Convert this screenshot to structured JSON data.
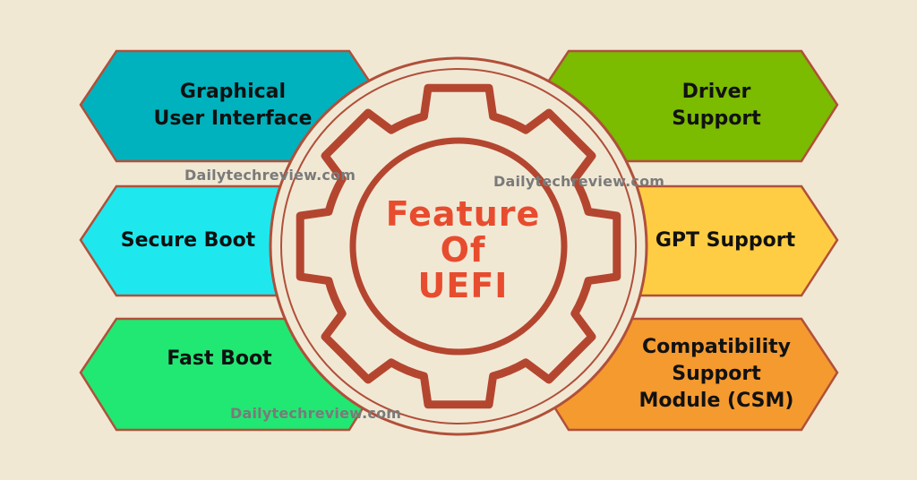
{
  "center": {
    "title": "Feature\nOf\nUEFI"
  },
  "features": [
    {
      "label": "Graphical\nUser Interface",
      "color": "#00b2bd"
    },
    {
      "label": "Secure Boot",
      "color": "#1ee8ee"
    },
    {
      "label": "Fast Boot",
      "color": "#21e873"
    },
    {
      "label": "Driver\nSupport",
      "color": "#7bbb00"
    },
    {
      "label": "GPT Support",
      "color": "#ffcd43"
    },
    {
      "label": "Compatibility\nSupport\nModule (CSM)",
      "color": "#f49a2f"
    }
  ],
  "watermarks": [
    "Dailytechreview.com",
    "Dailytechreview.com",
    "Dailytechreview.com"
  ],
  "colors": {
    "background": "#f1e8d4",
    "outline": "#b0503a",
    "gear": "#b4462f",
    "title": "#e84c2e",
    "circle_fill": "#f1e8d4"
  }
}
